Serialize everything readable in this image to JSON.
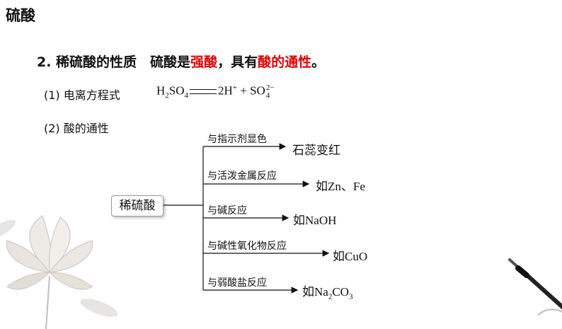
{
  "title": "硫酸",
  "heading": {
    "prefix": "2. 稀硫酸的性质　硫酸是",
    "red1": "强酸",
    "middle": "，具有",
    "red2": "酸的通性",
    "suffix": "。"
  },
  "item1": {
    "label": "(1) 电离方程式",
    "eq_h2so4": "H",
    "eq_sub2": "2",
    "eq_so": "SO",
    "eq_sub4": "4",
    "eq_2h": "2H",
    "eq_plus_sup": "+",
    "eq_plus": " + SO",
    "eq_sup": "2−",
    "eq_sub4b": "4"
  },
  "item2": {
    "label": "(2) 酸的通性"
  },
  "center_box": "稀硫酸",
  "branches": [
    {
      "label": "与指示剂显色",
      "result": "石蕊变红"
    },
    {
      "label": "与活泼金属反应",
      "result_cn": "如",
      "result_lat": "Zn、Fe"
    },
    {
      "label": "与碱反应",
      "result_cn": "如",
      "result_lat": "NaOH"
    },
    {
      "label": "与碱性氧化物反应",
      "result_cn": "如",
      "result_lat": "CuO"
    },
    {
      "label": "与弱酸盐反应",
      "result_cn": "如",
      "result_lat_a": "Na",
      "result_sub_a": "2",
      "result_lat_b": "CO",
      "result_sub_b": "3"
    }
  ],
  "colors": {
    "accent_red": "#e60000",
    "text": "#111111"
  }
}
